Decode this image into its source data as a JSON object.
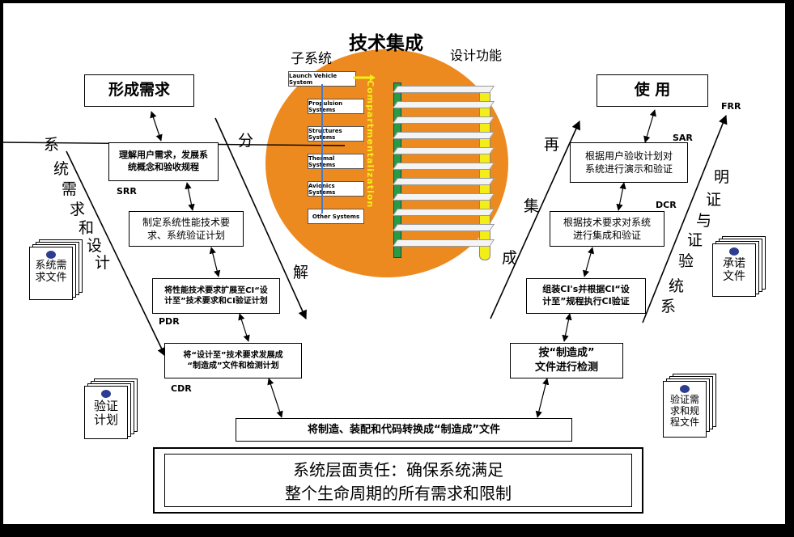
{
  "title": "技术集成",
  "subsystem_label": "子系统",
  "design_function_label": "设计功能",
  "comp_label": "Compartmentalization",
  "subsystems": [
    "Launch Vehicle System",
    "Propulsion Systems",
    "Structures Systems",
    "Thermal Systems",
    "Avionics Systems",
    "Other Systems"
  ],
  "left_top": "形成需求",
  "right_top": "使 用",
  "left_boxes": [
    "理解用户需求，发展系\n统概念和验收规程",
    "制定系统性能技术要\n求、系统验证计划",
    "将性能技术要求扩展至CI“设\n计至”技术要求和CI验证计划",
    "将“设计至”技术要求发展成\n“制造成”文件和检测计划"
  ],
  "right_boxes": [
    "根据用户验收计划对\n系统进行演示和验证",
    "根据技术要求对系统\n进行集成和验证",
    "组装CI's并根据CI“设\n计至”规程执行CI验证",
    "按“制造成”\n文件进行检测"
  ],
  "bottom_box": "将制造、装配和代码转换成“制造成”文件",
  "summary_line1": "系统层面责任：确保系统满足",
  "summary_line2": "整个生命周期的所有需求和限制",
  "reviews": {
    "srr": "SRR",
    "pdr": "PDR",
    "cdr": "CDR",
    "sar": "SAR",
    "dcr": "DCR",
    "frr": "FRR"
  },
  "left_vertical": [
    "系",
    "统",
    "需",
    "求",
    "和",
    "设",
    "计"
  ],
  "decompose": [
    "分",
    "解"
  ],
  "recompose": [
    "再",
    "集",
    "成"
  ],
  "verify_vertical": [
    "明",
    "证",
    "与",
    "证",
    "验",
    "统",
    "系"
  ],
  "docs": {
    "left_top": "系统需\n求文件",
    "left_bottom": "验证\n计划",
    "right_top": "承诺\n文件",
    "right_bottom": "验证需\n求和规\n程文件"
  },
  "colors": {
    "orange": "#ed8a1f",
    "yellow": "#f3ee19",
    "green": "#2a9a44",
    "blue_line": "#4a78c8"
  }
}
